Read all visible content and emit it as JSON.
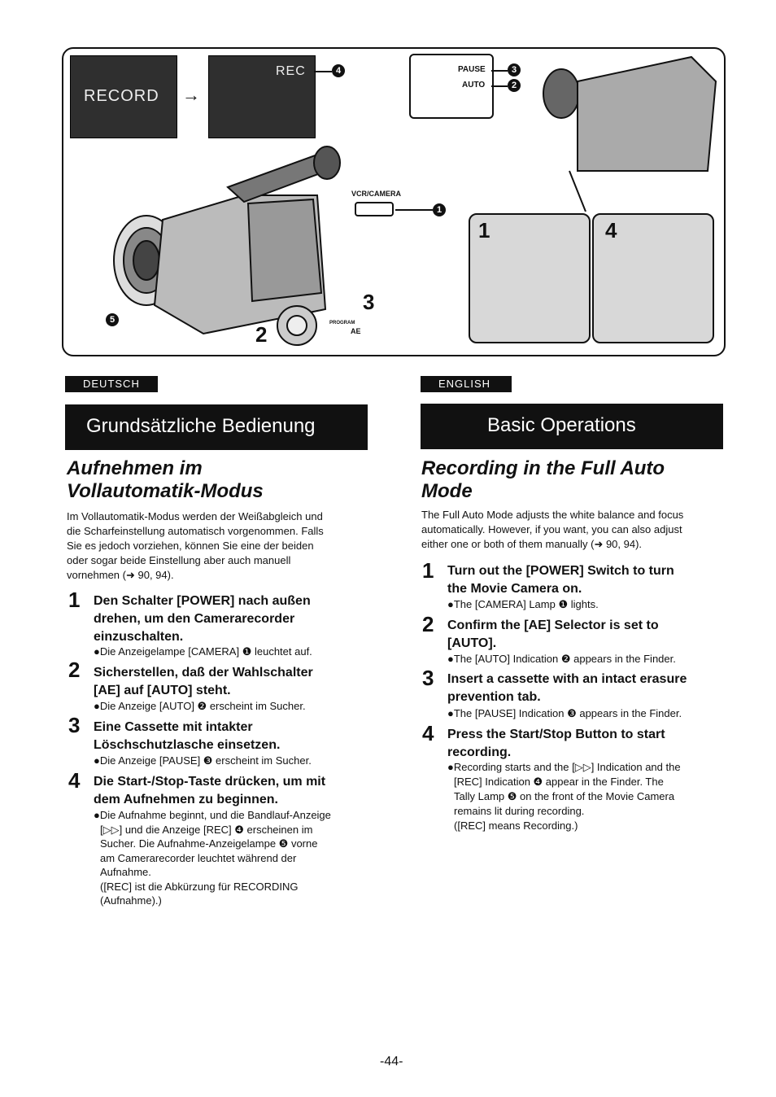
{
  "figure": {
    "screen1_text": "RECORD",
    "arrow": "→",
    "screen2_text": "REC",
    "pause_label": "PAUSE",
    "auto_label": "AUTO",
    "vcr_camera_label": "VCR/CAMERA",
    "callout_1": "1",
    "callout_2": "2",
    "callout_3": "3",
    "callout_4": "4",
    "callout_5": "5",
    "step_label_2": "2",
    "step_label_3": "3",
    "step_label_1": "1",
    "step_label_4": "4",
    "ae_label": "AE",
    "program_label": "PROGRAM"
  },
  "de": {
    "tab": "DEUTSCH",
    "section": "Grundsätzliche Bedienung",
    "title_line1": "Aufnehmen im",
    "title_line2": "Vollautomatik-Modus",
    "intro": [
      "Im Vollautomatik-Modus werden der Weißabgleich und",
      "die Scharfeinstellung automatisch vorgenommen. Falls",
      "Sie es jedoch vorziehen, können Sie eine der beiden",
      "oder sogar beide Einstellung aber auch manuell",
      "vornehmen (➜ 90, 94)."
    ],
    "steps": [
      {
        "num": "1",
        "head": [
          "Den Schalter [POWER] nach außen",
          "drehen, um den Camerarecorder",
          "einzuschalten."
        ],
        "note": [
          "●Die Anzeigelampe [CAMERA] ❶ leuchtet auf."
        ]
      },
      {
        "num": "2",
        "head": [
          "Sicherstellen, daß der Wahlschalter",
          "[AE] auf [AUTO] steht."
        ],
        "note": [
          "●Die Anzeige [AUTO] ❷ erscheint im Sucher."
        ]
      },
      {
        "num": "3",
        "head": [
          "Eine Cassette mit intakter",
          "Löschschutzlasche einsetzen."
        ],
        "note": [
          "●Die Anzeige [PAUSE] ❸ erscheint im Sucher."
        ]
      },
      {
        "num": "4",
        "head": [
          "Die Start-/Stop-Taste drücken, um mit",
          "dem Aufnehmen zu beginnen."
        ],
        "note": [
          "●Die Aufnahme beginnt, und die Bandlauf-Anzeige",
          "[▷▷] und die Anzeige [REC] ❹ erscheinen im",
          "Sucher. Die Aufnahme-Anzeigelampe ❺ vorne",
          "am Camerarecorder leuchtet während der",
          "Aufnahme.",
          "([REC] ist die Abkürzung für RECORDING",
          "(Aufnahme).)"
        ]
      }
    ]
  },
  "en": {
    "tab": "ENGLISH",
    "section": "Basic Operations",
    "title_line1": "Recording in the Full Auto",
    "title_line2": "Mode",
    "intro": [
      "The Full Auto Mode adjusts the white balance and focus",
      "automatically. However, if you want, you can also adjust",
      "either one or both of them manually (➜ 90, 94)."
    ],
    "steps": [
      {
        "num": "1",
        "head": [
          "Turn out the [POWER] Switch to turn",
          "the Movie Camera on."
        ],
        "note": [
          "●The [CAMERA] Lamp ❶ lights."
        ]
      },
      {
        "num": "2",
        "head": [
          "Confirm the [AE] Selector is set to",
          "[AUTO]."
        ],
        "note": [
          "●The [AUTO] Indication ❷ appears in the Finder."
        ]
      },
      {
        "num": "3",
        "head": [
          "Insert a cassette with an intact erasure",
          "prevention tab."
        ],
        "note": [
          "●The [PAUSE] Indication ❸ appears in the Finder."
        ]
      },
      {
        "num": "4",
        "head": [
          "Press the Start/Stop Button to start",
          "recording."
        ],
        "note": [
          "●Recording starts and the [▷▷] Indication and the",
          "[REC] Indication ❹ appear in the Finder. The",
          "Tally Lamp ❺ on the front of the Movie Camera",
          "remains lit during recording.",
          "([REC] means Recording.)"
        ]
      }
    ]
  },
  "page_number": "-44-"
}
